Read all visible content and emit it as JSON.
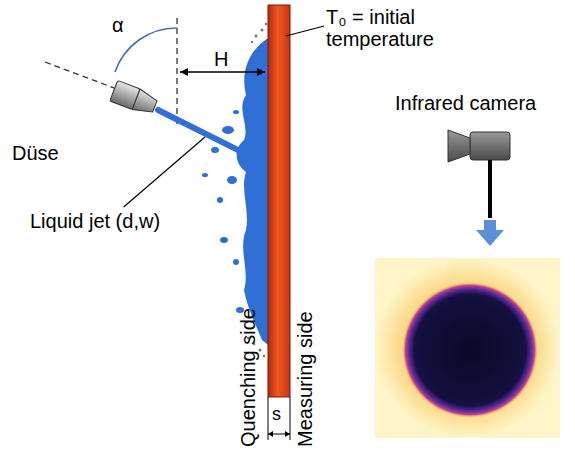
{
  "diagram": {
    "labels": [
      "T₀ = initial temperature",
      "α",
      "H",
      "Düse",
      "Infrared camera",
      "Liquid jet (d,w)",
      "Quenching side",
      "Measuring side",
      "s"
    ]
  }
}
